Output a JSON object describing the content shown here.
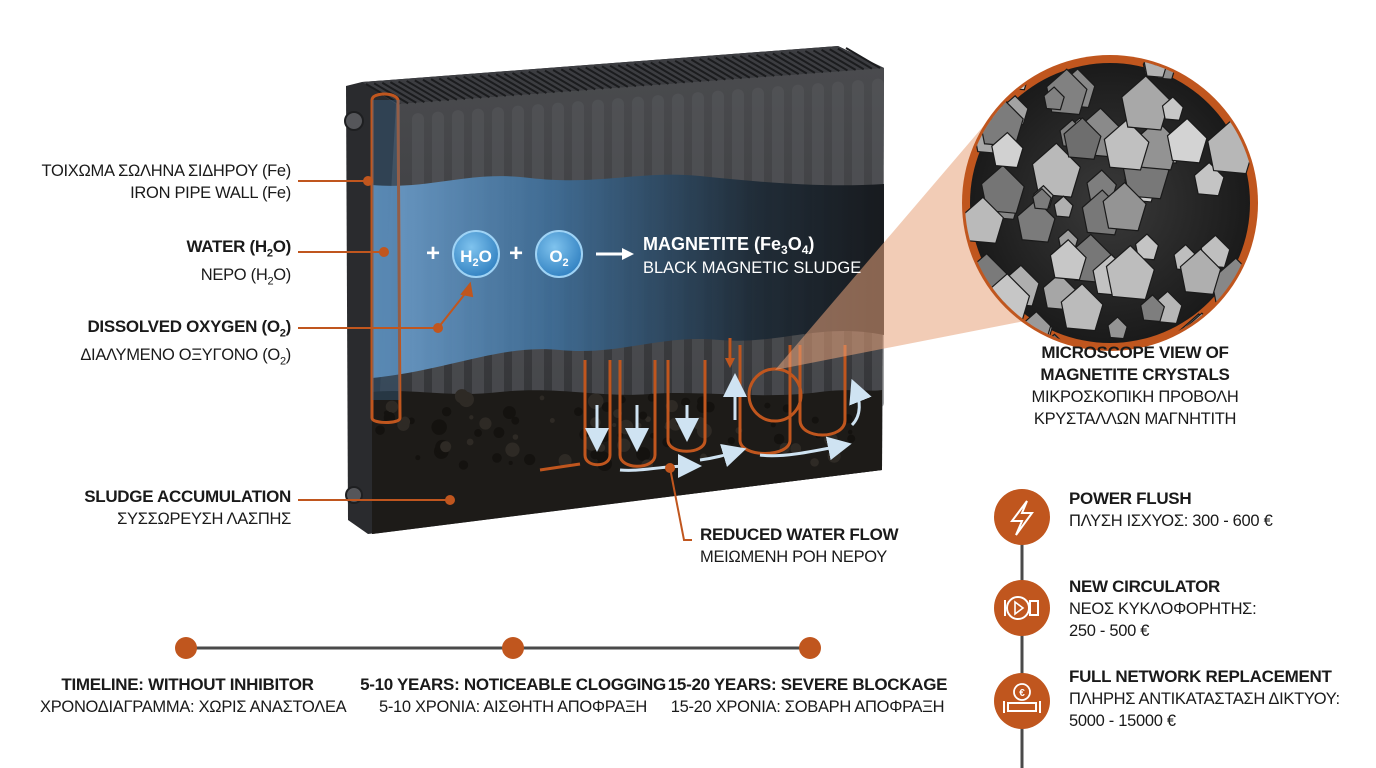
{
  "labels": {
    "iron_wall": {
      "line1": "ΤΟΙΧΩΜΑ ΣΩΛΗΝΑ ΣΙΔΗΡΟΥ (Fe)",
      "line2": "IRON PIPE WALL (Fe)"
    },
    "water": {
      "line1_prefix": "WATER (H",
      "line1_sub": "2",
      "line1_suffix": "O)",
      "line2_prefix": "ΝΕΡΟ (H",
      "line2_sub": "2",
      "line2_suffix": "O)"
    },
    "oxygen": {
      "line1_prefix": "DISSOLVED OXYGEN (O",
      "line1_sub": "2",
      "line1_suffix": ")",
      "line2_prefix": "ΔΙΑΛΥΜΕΝΟ ΟΞΥΓΟΝΟ (O",
      "line2_sub": "2",
      "line2_suffix": ")"
    },
    "sludge": {
      "line1": "SLUDGE ACCUMULATION",
      "line2": "ΣΥΣΣΩΡΕΥΣΗ ΛΑΣΠΗΣ"
    },
    "flow": {
      "line1": "REDUCED WATER FLOW",
      "line2": "ΜΕΙΩΜΕΝΗ ΡΟΗ ΝΕΡΟΥ"
    },
    "microscope": {
      "line1": "MICROSCOPE VIEW OF",
      "line2": "MAGNETITE CRYSTALS",
      "line3": "ΜΙΚΡΟΣΚΟΠΙΚΗ ΠΡΟΒΟΛΗ",
      "line4": "ΚΡΥΣΤΑΛΛΩΝ ΜΑΓΝΗΤΙΤΗ"
    }
  },
  "equation": {
    "plus": "+",
    "h2o_prefix": "H",
    "h2o_sub": "2",
    "h2o_suffix": "O",
    "o2_prefix": "O",
    "o2_sub": "2",
    "product_prefix": "MAGNETITE (Fe",
    "product_sub1": "3",
    "product_mid": "O",
    "product_sub2": "4",
    "product_suffix": ")",
    "product_line2": "BLACK MAGNETIC SLUDGE"
  },
  "timeline": [
    {
      "line1": "TIMELINE: WITHOUT INHIBITOR",
      "line2": "ΧΡΟΝΟΔΙΑΓΡΑΜΜΑ: ΧΩΡΙΣ ΑΝΑΣΤΟΛΕΑ"
    },
    {
      "line1": "5-10 YEARS: NOTICEABLE CLOGGING",
      "line2": "5-10 ΧΡΟΝΙΑ: ΑΙΣΘΗΤΗ ΑΠΟΦΡΑΞΗ"
    },
    {
      "line1": "15-20 YEARS: SEVERE BLOCKAGE",
      "line2": "15-20 ΧΡΟΝΙΑ: ΣΟΒΑΡΗ ΑΠΟΦΡΑΞΗ"
    }
  ],
  "costs": [
    {
      "icon": "lightning-icon",
      "title": "POWER FLUSH",
      "line2": "ΠΛΥΣΗ ΙΣΧΥΟΣ: 300 - 600 €",
      "line3": ""
    },
    {
      "icon": "pump-icon",
      "title": "NEW CIRCULATOR",
      "line2": "ΝΕΟΣ ΚΥΚΛΟΦΟΡΗΤΗΣ:",
      "line3": "250 - 500 €"
    },
    {
      "icon": "euro-pipe-icon",
      "title": "FULL NETWORK REPLACEMENT",
      "line2": "ΠΛΗΡΗΣ ΑΝΤΙΚΑΤΑΣΤΑΣΗ ΔΙΚΤΥΟΥ:",
      "line3": "5000 - 15000 €"
    }
  ],
  "colors": {
    "accent": "#c0561e",
    "water": "#5b8db8",
    "dark": "#2b2b2b",
    "sludge": "#1c1a17"
  }
}
